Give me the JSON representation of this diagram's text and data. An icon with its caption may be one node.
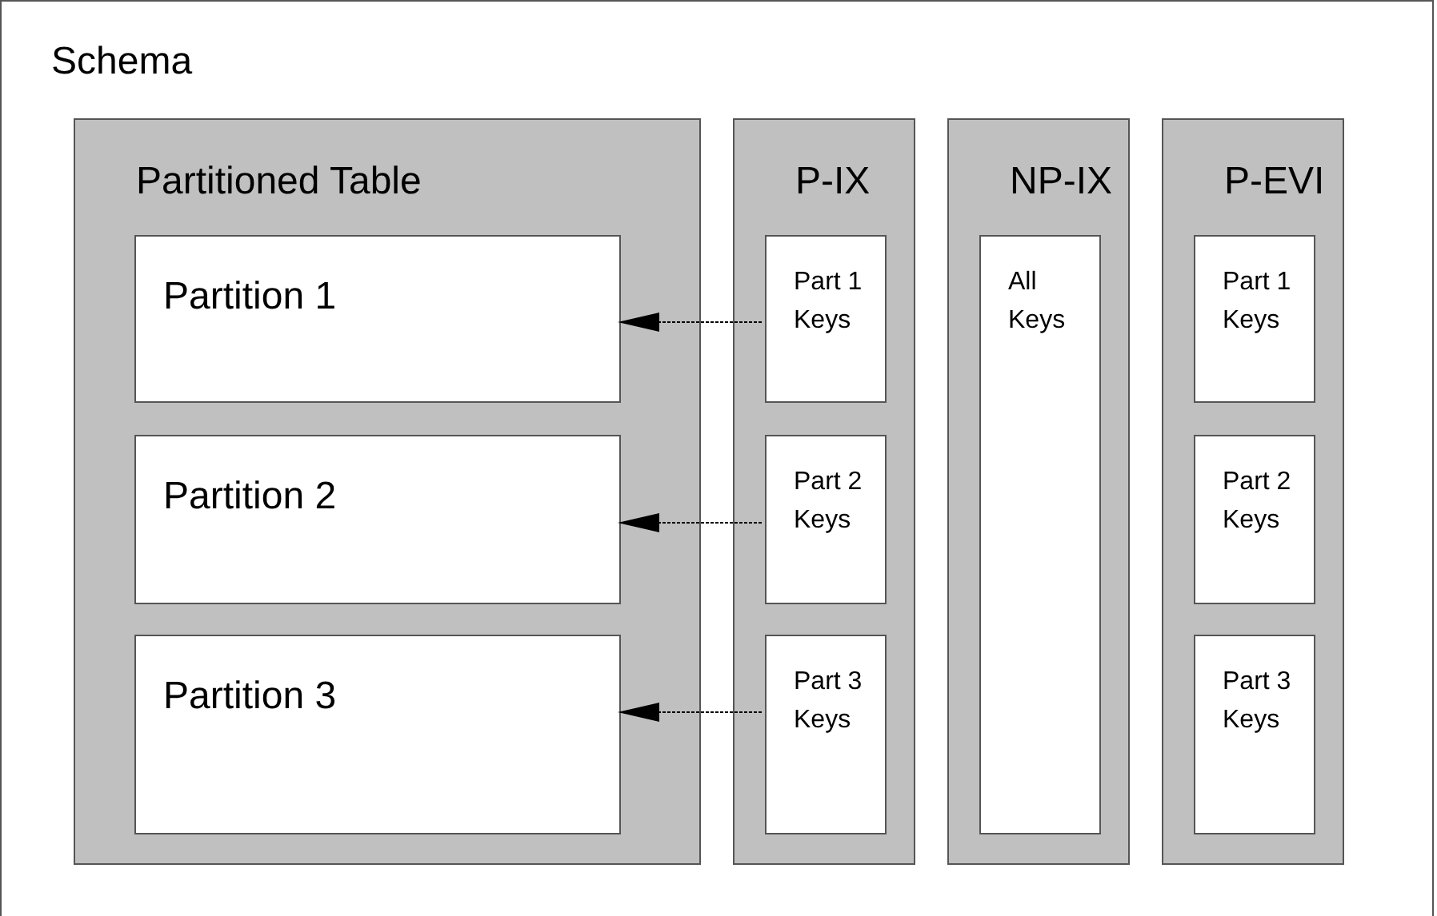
{
  "diagram": {
    "nodes": [
      {
        "text": [
          "Schema"
        ]
      },
      {
        "text": [
          "Partitioned Table"
        ],
        "in": 0
      },
      {
        "text": [
          "Partition 1"
        ],
        "in": 1
      },
      {
        "text": [
          "Partition 2"
        ],
        "in": 1
      },
      {
        "text": [
          "Partition 3"
        ],
        "in": 1
      },
      {
        "text": [
          "P-IX"
        ],
        "in": 0
      },
      {
        "text": [
          "Part 1 Keys"
        ],
        "in": 5
      },
      {
        "text": [
          "Part 2 Keys"
        ],
        "in": 5
      },
      {
        "text": [
          "Part 3 Keys"
        ],
        "in": 5
      },
      {
        "text": [
          "NP-IX"
        ],
        "in": 0
      },
      {
        "text": [
          "All Keys"
        ],
        "in": 9
      },
      {
        "text": [
          "P-EVI"
        ],
        "in": 0
      },
      {
        "text": [
          "Part 1 Keys"
        ],
        "in": 11
      },
      {
        "text": [
          "Part 2 Keys"
        ],
        "in": 11
      },
      {
        "text": [
          "Part 3 Keys"
        ],
        "in": 11
      }
    ],
    "edges": [
      {
        "from": 6,
        "to": 2,
        "arrow": "to",
        "style": "dashed"
      },
      {
        "from": 7,
        "to": 3,
        "arrow": "to",
        "style": "dashed"
      },
      {
        "from": 8,
        "to": 4,
        "arrow": "to",
        "style": "dashed"
      }
    ]
  }
}
